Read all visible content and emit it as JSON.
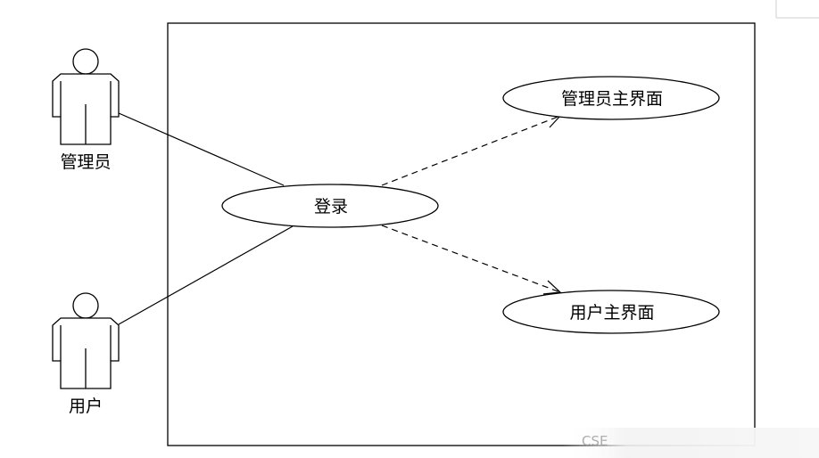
{
  "actors": {
    "admin": {
      "label": "管理员"
    },
    "user": {
      "label": "用户"
    }
  },
  "use_cases": {
    "login": {
      "label": "登录"
    },
    "admin_main": {
      "label": "管理员主界面"
    },
    "user_main": {
      "label": "用户主界面"
    }
  },
  "watermark": {
    "text": "CSE"
  },
  "colors": {
    "line": "#000000",
    "background": "#ffffff",
    "watermark": "#8c8c8c"
  }
}
